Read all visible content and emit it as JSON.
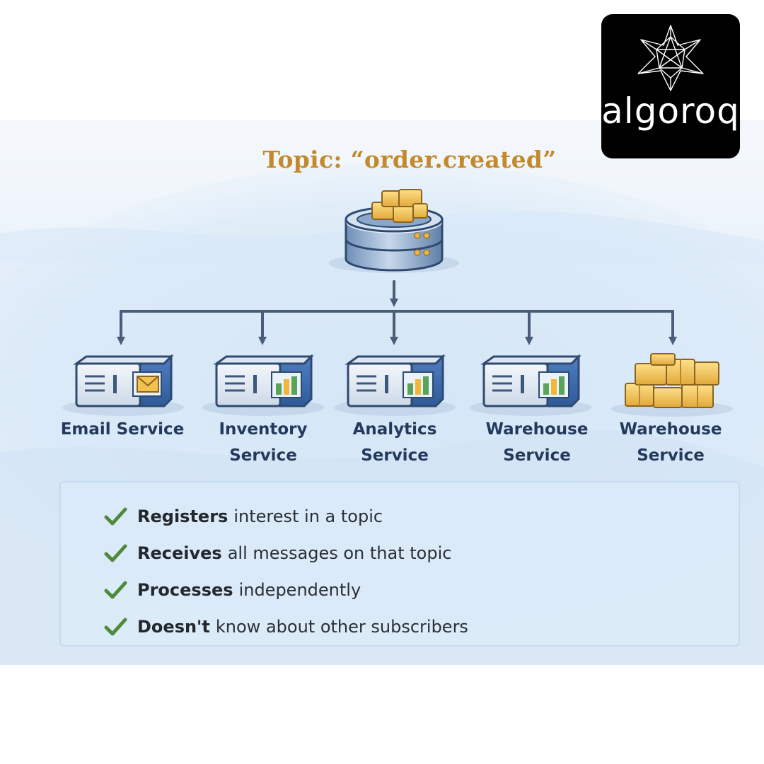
{
  "topic": {
    "title": "Topic: “order.created”"
  },
  "subscribers": [
    {
      "label_lines": [
        "Email Service"
      ],
      "icon": "server-envelope-icon"
    },
    {
      "label_lines": [
        "Inventory",
        "Service"
      ],
      "icon": "server-chart-icon"
    },
    {
      "label_lines": [
        "Analytics",
        "Service"
      ],
      "icon": "server-chart-icon"
    },
    {
      "label_lines": [
        "Warehouse",
        "Service"
      ],
      "icon": "server-chart-icon"
    },
    {
      "label_lines": [
        "Warehouse",
        "Service"
      ],
      "icon": "boxes-icon"
    }
  ],
  "subscriber_traits": [
    {
      "bold": "Registers",
      "rest": "interest in a topic"
    },
    {
      "bold": "Receives",
      "rest": "all messages on that topic"
    },
    {
      "bold": "Processes",
      "rest": "independently"
    },
    {
      "bold": "Doesn't",
      "rest": "know about other subscribers"
    }
  ],
  "logo": {
    "text": "algoroq",
    "icon": "polyhedron-star-icon"
  },
  "colors": {
    "title_gold": "#c28a2c",
    "arrow": "#4a5d78",
    "label_navy": "#243a5c",
    "check_green": "#4f8a3a",
    "panel_fill": "#dbeaf8",
    "cube_gold": "#f2c14e"
  }
}
